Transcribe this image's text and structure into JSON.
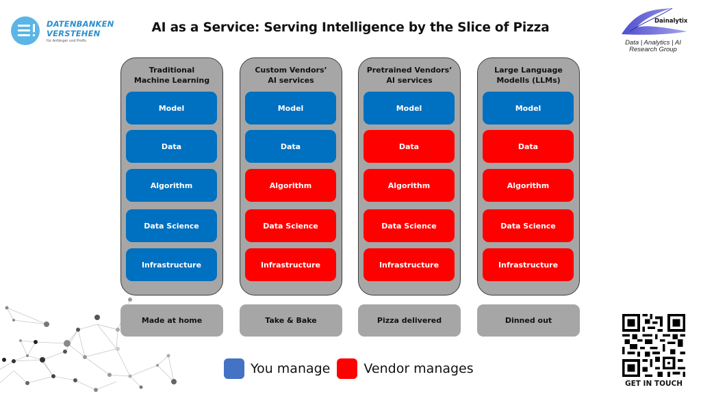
{
  "title": "AI as a Service: Serving Intelligence by the Slice of Pizza",
  "logo_left": {
    "line1": "DATENBANKEN",
    "line2": "VERSTEHEN",
    "tagline": "für Anfänger und Profis",
    "icon": "database-list-icon"
  },
  "logo_right": {
    "name": "Dainalytix",
    "subtitle_line1": "Data | Analytics | AI",
    "subtitle_line2": "Research Group",
    "icon": "wave-ribbon-logo-icon"
  },
  "colors": {
    "you_manage": "#0070c0",
    "vendor_manages": "#ff0000",
    "legend_you": "#4472c4",
    "column_bg": "#a6a6a6"
  },
  "columns": [
    {
      "heading_line1": "Traditional",
      "heading_line2": "Machine Learning",
      "tiles": [
        {
          "label": "Model",
          "owner": "you"
        },
        {
          "label": "Data",
          "owner": "you"
        },
        {
          "label": "Algorithm",
          "owner": "you"
        },
        {
          "label": "Data Science",
          "owner": "you"
        },
        {
          "label": "Infrastructure",
          "owner": "you"
        }
      ],
      "outcome": "Made at home"
    },
    {
      "heading_line1": "Custom Vendors’",
      "heading_line2": "AI services",
      "tiles": [
        {
          "label": "Model",
          "owner": "you"
        },
        {
          "label": "Data",
          "owner": "you"
        },
        {
          "label": "Algorithm",
          "owner": "vendor"
        },
        {
          "label": "Data Science",
          "owner": "vendor"
        },
        {
          "label": "Infrastructure",
          "owner": "vendor"
        }
      ],
      "outcome": "Take & Bake"
    },
    {
      "heading_line1": "Pretrained Vendors’",
      "heading_line2": "AI services",
      "tiles": [
        {
          "label": "Model",
          "owner": "you"
        },
        {
          "label": "Data",
          "owner": "vendor"
        },
        {
          "label": "Algorithm",
          "owner": "vendor"
        },
        {
          "label": "Data Science",
          "owner": "vendor"
        },
        {
          "label": "Infrastructure",
          "owner": "vendor"
        }
      ],
      "outcome": "Pizza delivered"
    },
    {
      "heading_line1": "Large Language",
      "heading_line2": "Modells (LLMs)",
      "tiles": [
        {
          "label": "Model",
          "owner": "you"
        },
        {
          "label": "Data",
          "owner": "vendor"
        },
        {
          "label": "Algorithm",
          "owner": "vendor"
        },
        {
          "label": "Data Science",
          "owner": "vendor"
        },
        {
          "label": "Infrastructure",
          "owner": "vendor"
        }
      ],
      "outcome": "Dinned out"
    }
  ],
  "legend": {
    "you_manage": "You manage",
    "vendor_manages": "Vendor manages"
  },
  "qr": {
    "label": "GET IN TOUCH",
    "icon": "qr-code-icon"
  }
}
